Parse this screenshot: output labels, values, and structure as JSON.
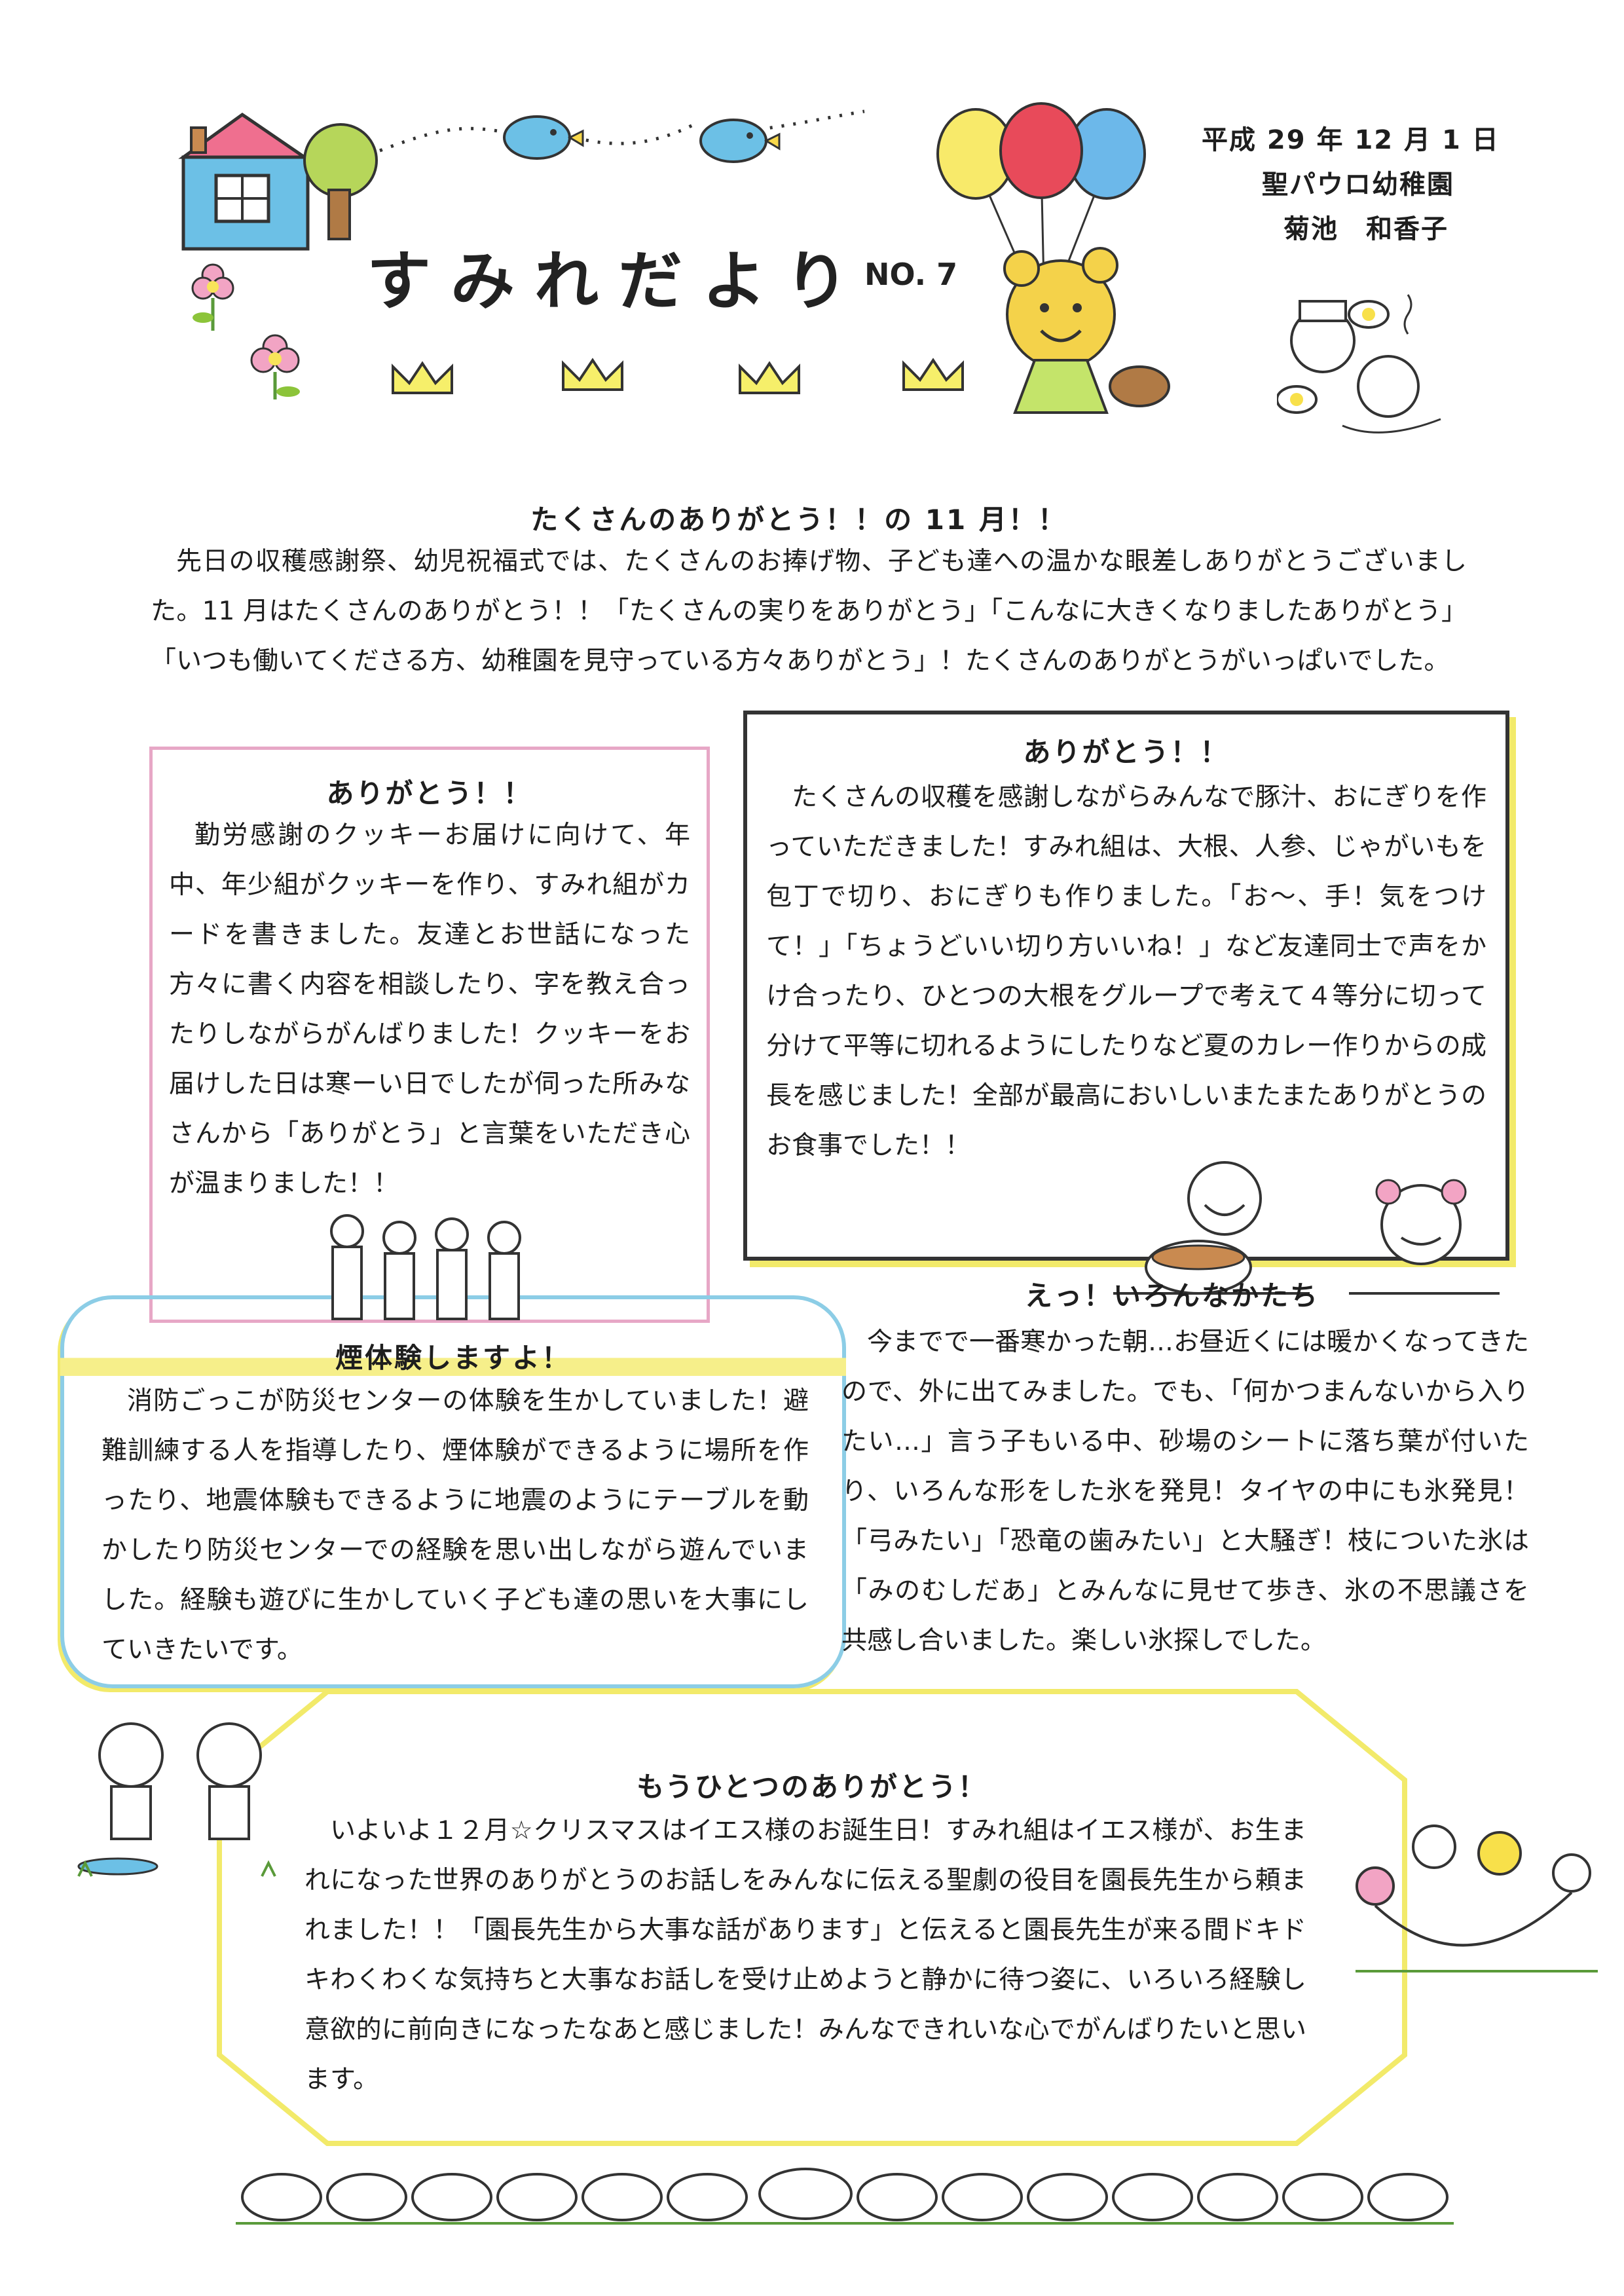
{
  "header": {
    "title": "すみれだより",
    "number": "NO. 7",
    "date": "平成 29 年 12 月 1 日",
    "school": "聖パウロ幼稚園",
    "author": "菊池　和香子"
  },
  "intro": {
    "heading": "たくさんのありがとう！！の 11 月！！",
    "text": "先日の収穫感謝祭、幼児祝福式では、たくさんのお捧げ物、子ども達への温かな眼差しありがとうございました。11 月はたくさんのありがとう！！「たくさんの実りをありがとう」「こんなに大きくなりましたありがとう」「いつも働いてくださる方、幼稚園を見守っている方々ありがとう」！たくさんのありがとうがいっぱいでした。"
  },
  "box_cookie": {
    "heading": "ありがとう！！",
    "text": "勤労感謝のクッキーお届けに向けて、年中、年少組がクッキーを作り、すみれ組がカードを書きました。友達とお世話になった方々に書く内容を相談したり、字を教え合ったりしながらがんばりました！クッキーをお届けした日は寒ーい日でしたが伺った所みなさんから「ありがとう」と言葉をいただき心が温まりました！！"
  },
  "box_harvest": {
    "heading": "ありがとう！！",
    "text": "たくさんの収穫を感謝しながらみんなで豚汁、おにぎりを作っていただきました！すみれ組は、大根、人参、じゃがいもを包丁で切り、おにぎりも作りました。「お〜、手！気をつけて！」「ちょうどいい切り方いいね！」など友達同士で声をかけ合ったり、ひとつの大根をグループで考えて４等分に切って分けて平等に切れるようにしたりなど夏のカレー作りからの成長を感じました！全部が最高においしいまたまたありがとうのお食事でした！！"
  },
  "box_smoke": {
    "heading": "煙体験しますよ！",
    "text": "消防ごっこが防災センターの体験を生かしていました！避難訓練する人を指導したり、煙体験ができるように場所を作ったり、地震体験もできるように地震のようにテーブルを動かしたり防災センターでの経験を思い出しながら遊んでいました。経験も遊びに生かしていく子ども達の思いを大事にしていきたいです。"
  },
  "box_ice": {
    "heading": "えっ！いろんなかたち",
    "text": "今までで一番寒かった朝…お昼近くには暖かくなってきたので、外に出てみました。でも、「何かつまんないから入りたい…」言う子もいる中、砂場のシートに落ち葉が付いたり、いろんな形をした氷を発見！タイヤの中にも氷発見！「弓みたい」「恐竜の歯みたい」と大騒ぎ！枝についた氷は「みのむしだあ」とみんなに見せて歩き、氷の不思議さを共感し合いました。楽しい氷探しでした。"
  },
  "box_christmas": {
    "heading": "もうひとつのありがとう！",
    "text": "いよいよ１２月☆クリスマスはイエス様のお誕生日！すみれ組はイエス様が、お生まれになった世界のありがとうのお話しをみんなに伝える聖劇の役目を園長先生から頼まれました！！「園長先生から大事な話があります」と伝えると園長先生が来る間ドキドキわくわくな気持ちと大事なお話しを受け止めようと静かに待つ姿に、いろいろ経験し意欲的に前向きになったなあと感じました！みんなできれいな心でがんばりたいと思います。"
  },
  "colors": {
    "pink_border": "#e7a7c6",
    "yellow_border": "#f2ea6a",
    "blue_border": "#8ccde6",
    "highlight": "#f6ef8a"
  }
}
